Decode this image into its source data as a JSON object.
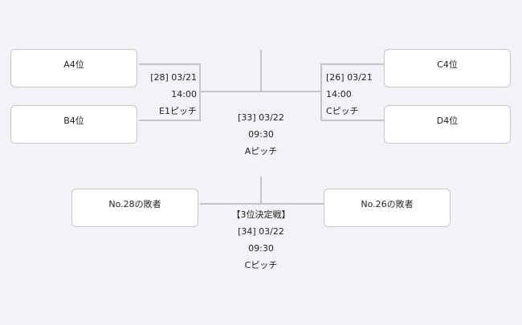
{
  "teams": {
    "a": "A4位",
    "b": "B4位",
    "c": "C4位",
    "d": "D4位",
    "l28": "No.28の敗者",
    "l26": "No.26の敗者"
  },
  "m28": {
    "no": "[28] 03/21",
    "time": "14:00",
    "pitch": "E1ピッチ"
  },
  "m26": {
    "no": "[26] 03/21",
    "time": "14:00",
    "pitch": "Cピッチ"
  },
  "m33": {
    "no": "[33] 03/22",
    "time": "09:30",
    "pitch": "Aピッチ"
  },
  "m34": {
    "title": "【3位決定戦】",
    "no": "[34] 03/22",
    "time": "09:30",
    "pitch": "Cピッチ"
  }
}
